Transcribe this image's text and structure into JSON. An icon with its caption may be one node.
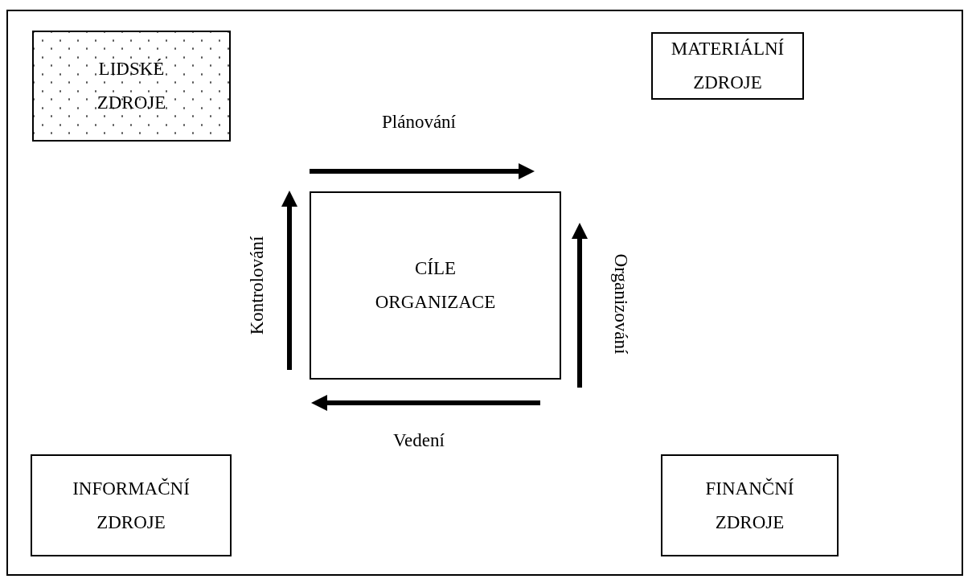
{
  "diagram": {
    "nodes": [
      {
        "text": [
          "LIDSKÉ ZDROJE"
        ]
      },
      {
        "text": [
          "MATERIÁLNÍ ZDROJE"
        ]
      },
      {
        "text": [
          "CÍLE ORGANIZACE"
        ]
      },
      {
        "text": [
          "INFORMAČNÍ ZDROJE"
        ]
      },
      {
        "text": [
          "FINANČNÍ ZDROJE"
        ]
      }
    ],
    "labels": [
      "Plánování",
      "Organizování",
      "Vedení",
      "Kontrolování"
    ]
  }
}
